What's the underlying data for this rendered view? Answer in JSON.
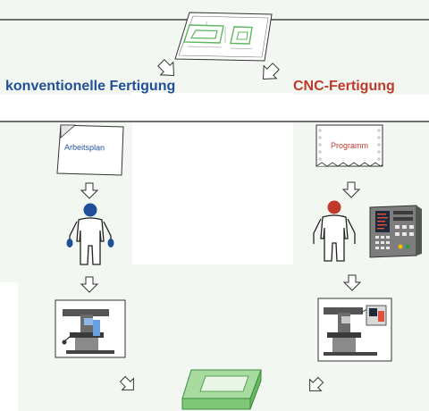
{
  "diagram": {
    "branches": {
      "conventional": {
        "title": "konventionelle Fertigung",
        "document": "Arbeitsplan"
      },
      "cnc": {
        "title": "CNC-Fertigung",
        "document": "Programm"
      }
    },
    "colors": {
      "conventional": "#1f4f9a",
      "cnc": "#c0392b",
      "drawing": "#5cb85c",
      "background": "#f3f7f2"
    }
  }
}
